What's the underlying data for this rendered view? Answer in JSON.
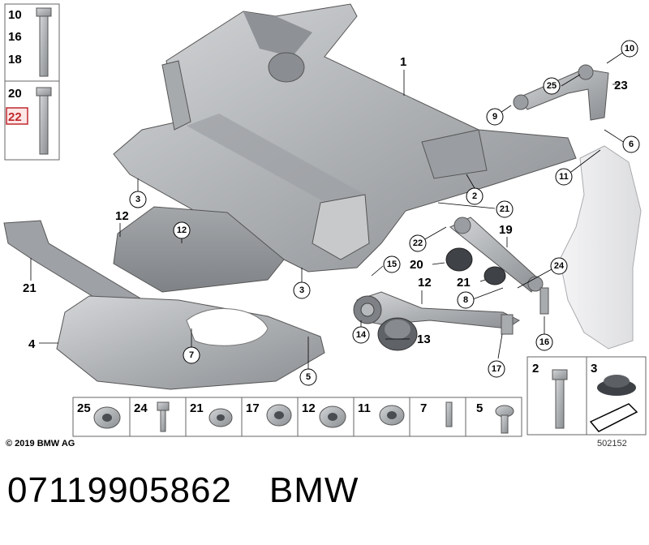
{
  "diagram": {
    "callouts": [
      "1",
      "2",
      "3",
      "3",
      "4",
      "5",
      "6",
      "7",
      "8",
      "9",
      "10",
      "11",
      "12",
      "12",
      "12",
      "13",
      "14",
      "15",
      "16",
      "17",
      "18",
      "19",
      "20",
      "21",
      "21",
      "21",
      "22",
      "23",
      "24",
      "25"
    ],
    "bolt_box": {
      "lengths": [
        "10",
        "16",
        "18"
      ],
      "variants": [
        "20",
        "22"
      ],
      "highlighted": "22"
    },
    "parts_strip": [
      "25",
      "24",
      "21",
      "17",
      "12",
      "11",
      "7",
      "5"
    ],
    "side_parts": [
      "2",
      "3"
    ],
    "copyright": "© 2019 BMW AG",
    "diagram_code": "502152"
  },
  "footer": {
    "part_number": "07119905862",
    "brand": "BMW"
  },
  "colors": {
    "metal": "#b9bcbf",
    "metal_dark": "#8e9196",
    "knuckle": "#e9eaeb",
    "highlight": "#c0282d"
  }
}
